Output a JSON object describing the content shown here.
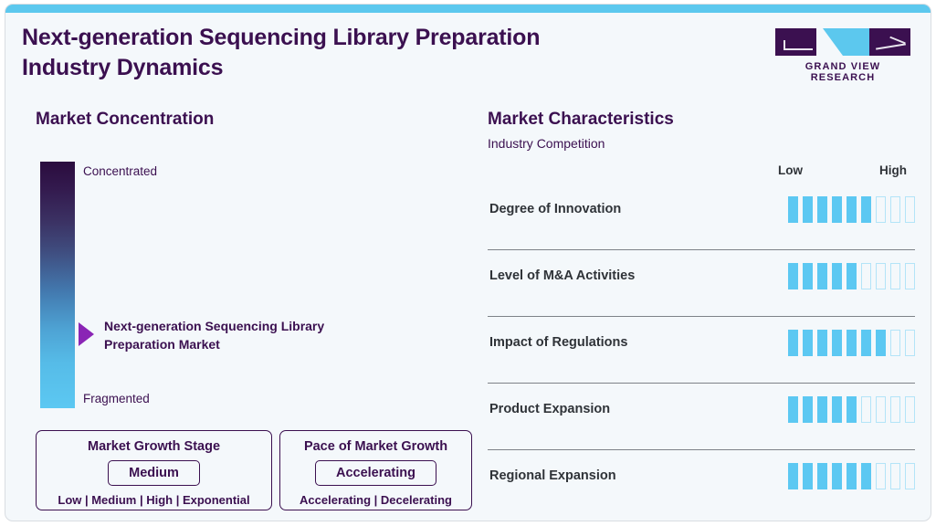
{
  "header": {
    "title_line1": "Next-generation Sequencing Library Preparation",
    "title_line2": "Industry Dynamics",
    "logo_text": "GRAND VIEW RESEARCH"
  },
  "market_concentration": {
    "heading": "Market Concentration",
    "top_label": "Concentrated",
    "bottom_label": "Fragmented",
    "marker_label_line1": "Next-generation Sequencing Library",
    "marker_label_line2": "Preparation Market",
    "marker_position_pct": 70,
    "gradient_top_color": "#2b0c3e",
    "gradient_bottom_color": "#5cc8f2",
    "marker_color": "#8a25b5"
  },
  "growth_stage": {
    "title": "Market Growth Stage",
    "value": "Medium",
    "scale": "Low | Medium | High | Exponential"
  },
  "growth_pace": {
    "title": "Pace of Market Growth",
    "value": "Accelerating",
    "scale": "Accelerating | Decelerating"
  },
  "market_characteristics": {
    "heading": "Market Characteristics",
    "subheading": "Industry Competition",
    "axis_low": "Low",
    "axis_high": "High",
    "accent_color": "#5cc8f2"
  },
  "chart_data": {
    "type": "bar",
    "title": "Market Characteristics",
    "subtitle": "Industry Competition",
    "xlabel": "",
    "ylabel": "",
    "scale_min_label": "Low",
    "scale_max_label": "High",
    "max_segments": 9,
    "categories": [
      "Degree of Innovation",
      "Level of M&A Activities",
      "Impact of Regulations",
      "Product Expansion",
      "Regional Expansion"
    ],
    "values": [
      6,
      5,
      7,
      5,
      6
    ],
    "ylim": [
      0,
      9
    ],
    "grid": false,
    "legend": "none"
  }
}
